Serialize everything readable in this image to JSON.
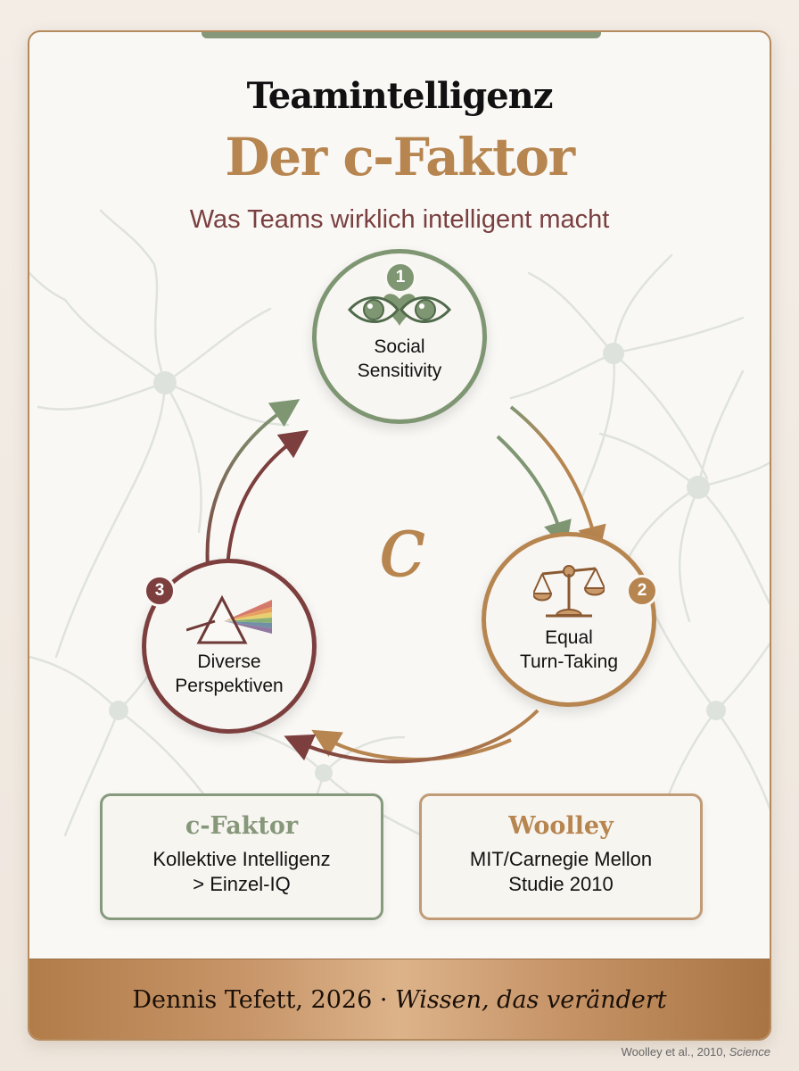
{
  "header": {
    "title": "Teamintelligenz",
    "headline": "Der c-Faktor",
    "subtitle": "Was Teams wirklich intelligent macht"
  },
  "colors": {
    "sage": "#7f9673",
    "bronze": "#b7854f",
    "maroon": "#7c3f3e",
    "card_bg": "#f9f8f5"
  },
  "cycle": {
    "center_symbol": "c",
    "nodes": [
      {
        "number": "1",
        "label_line1": "Social",
        "label_line2": "Sensitivity",
        "icon": "eyes-heart-icon",
        "color": "#7f9673"
      },
      {
        "number": "2",
        "label_line1": "Equal",
        "label_line2": "Turn-Taking",
        "icon": "balance-scale-icon",
        "color": "#b7854f"
      },
      {
        "number": "3",
        "label_line1": "Diverse",
        "label_line2": "Perspektiven",
        "icon": "prism-icon",
        "color": "#7c3f3e"
      }
    ]
  },
  "info_boxes": [
    {
      "title": "c-Faktor",
      "line1": "Kollektive Intelligenz",
      "line2": "> Einzel-IQ"
    },
    {
      "title": "Woolley",
      "line1": "MIT/Carnegie Mellon",
      "line2": "Studie 2010"
    }
  ],
  "footer": {
    "author_year": "Dennis Tefett, 2026 · ",
    "tagline": "Wissen, das verändert"
  },
  "source": {
    "citation": "Woolley et al., 2010, ",
    "journal": "Science"
  }
}
